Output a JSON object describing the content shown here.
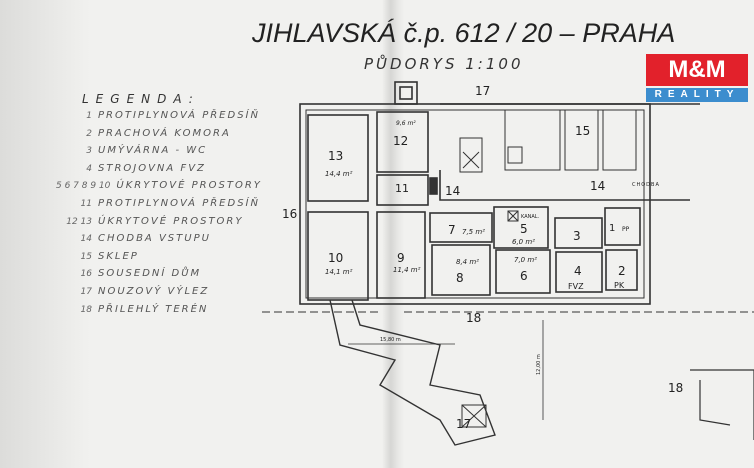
{
  "title": "JIHLAVSKÁ č.p. 612 / 20 – PRAHA",
  "subtitle": "PŮDORYS 1:100",
  "logo": {
    "text": "M&M",
    "subtext": "REALITY",
    "colors": {
      "red": "#e2212b",
      "blue": "#3c8dce"
    }
  },
  "legend": {
    "title": "LEGENDA:",
    "items": [
      {
        "num": "1",
        "label": "PROTIPLYNOVÁ PŘEDSÍŇ"
      },
      {
        "num": "2",
        "label": "PRACHOVÁ KOMORA"
      },
      {
        "num": "3",
        "label": "UMÝVÁRNA - WC"
      },
      {
        "num": "4",
        "label": "STROJOVNA FVZ"
      },
      {
        "num": "5 6 7 8 9 10",
        "label": "ÚKRYTOVÉ PROSTORY"
      },
      {
        "num": "11",
        "label": "PROTIPLYNOVÁ PŘEDSÍŇ"
      },
      {
        "num": "12 13",
        "label": "ÚKRYTOVÉ PROSTORY"
      },
      {
        "num": "14",
        "label": "CHODBA VSTUPU"
      },
      {
        "num": "15",
        "label": "SKLEP"
      },
      {
        "num": "16",
        "label": "SOUSEDNÍ DŮM"
      },
      {
        "num": "17",
        "label": "NOUZOVÝ VÝLEZ"
      },
      {
        "num": "18",
        "label": "PŘILEHLÝ TERÉN"
      }
    ]
  },
  "plan": {
    "rooms": {
      "r1": "1",
      "r1b": "PP",
      "r2": "2",
      "r2b": "PK",
      "r3": "3",
      "r4": "4",
      "r4b": "FVZ",
      "r5": "5",
      "r5a": "6,0 m²",
      "r6": "6",
      "r6a": "7,0 m²",
      "r7": "7",
      "r7a": "7,5 m²",
      "r8": "8",
      "r8a": "8,4 m²",
      "r9": "9",
      "r9a": "11,4 m²",
      "r10": "10",
      "r10a": "14,1 m²",
      "r11": "11",
      "r12": "12",
      "r12a": "9,6 m²",
      "r13": "13",
      "r13a": "14,4 m²",
      "r14": "14",
      "r14b": "14",
      "r15": "15",
      "r16": "16",
      "r17": "17",
      "r17b": "17",
      "r18": "18",
      "r18b": "18"
    },
    "kanal": "KANAL.",
    "chodba": "CHODBA",
    "dim_h": "15,80 m",
    "dim_v": "12,00 m"
  }
}
